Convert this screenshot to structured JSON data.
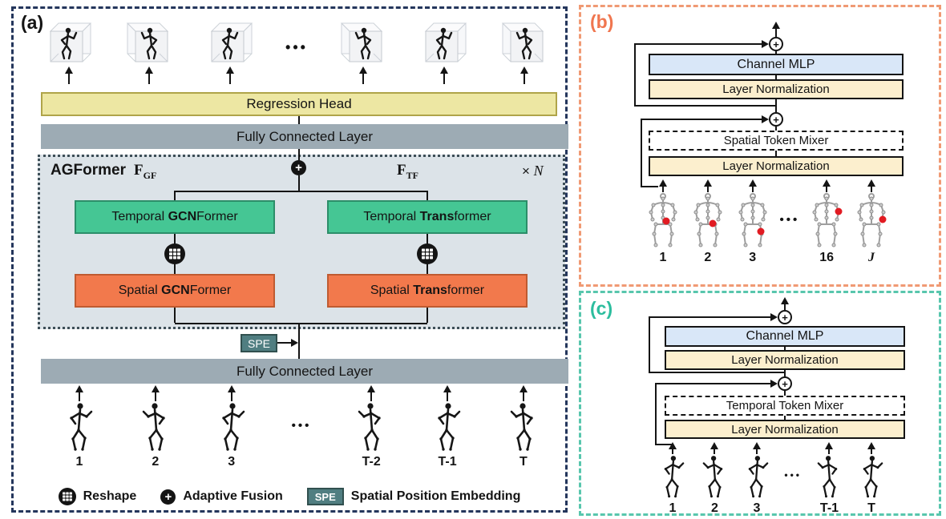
{
  "panel_a": {
    "label": "(a)",
    "regression_head": "Regression Head",
    "fully_connected_top": "Fully Connected Layer",
    "fully_connected_bottom": "Fully Connected Layer",
    "agformer": {
      "title": "AGFormer",
      "left_feature": {
        "symbol": "F",
        "subscript": "GF"
      },
      "right_feature": {
        "symbol": "F",
        "subscript": "TF"
      },
      "multiplier": {
        "times": "×",
        "variable": "N"
      },
      "temporal_gcnformer": {
        "pre": "Temporal ",
        "bold": "GCN",
        "post": "Former"
      },
      "temporal_transformer": {
        "pre": "Temporal ",
        "bold": "Trans",
        "post": "former"
      },
      "spatial_gcnformer": {
        "pre": "Spatial ",
        "bold": "GCN",
        "post": "Former"
      },
      "spatial_transformer": {
        "pre": "Spatial ",
        "bold": "Trans",
        "post": "former"
      },
      "spe_tag": "SPE"
    },
    "input_labels": [
      "1",
      "2",
      "3",
      "T-2",
      "T-1",
      "T"
    ],
    "legend": {
      "reshape": "Reshape",
      "adaptive_fusion": "Adaptive Fusion",
      "spe_tag": "SPE",
      "spe_label": "Spatial Position Embedding"
    }
  },
  "panel_b": {
    "label": "(b)",
    "channel_mlp": "Channel MLP",
    "layer_norm_top": "Layer Normalization",
    "spatial_token_mixer": "Spatial Token Mixer",
    "layer_norm_bottom": "Layer Normalization",
    "input_labels": [
      "1",
      "2",
      "3",
      "16",
      "J"
    ]
  },
  "panel_c": {
    "label": "(c)",
    "channel_mlp": "Channel MLP",
    "layer_norm_top": "Layer Normalization",
    "temporal_token_mixer": "Temporal Token Mixer",
    "layer_norm_bottom": "Layer Normalization",
    "input_labels": [
      "1",
      "2",
      "3",
      "T-1",
      "T"
    ]
  },
  "icons": {
    "plus": "+",
    "dots": "•••"
  },
  "colors": {
    "panel_a_border": "#24365C",
    "panel_b_border": "#F09A74",
    "panel_c_border": "#58C6AD",
    "label_b": "#F0764F",
    "label_c": "#2CBD9E",
    "regression_head_fill": "#EDE7A3",
    "fully_connected_fill": "#9DABB4",
    "agformer_fill": "#DCE3E8",
    "gcn_green_fill": "#45C694",
    "transformer_orange_fill": "#F2794C",
    "spe_fill": "#507E81",
    "channel_mlp_fill": "#D9E7F8",
    "layer_norm_fill": "#FCEFCE",
    "highlight_joint_red": "#E11B22"
  }
}
